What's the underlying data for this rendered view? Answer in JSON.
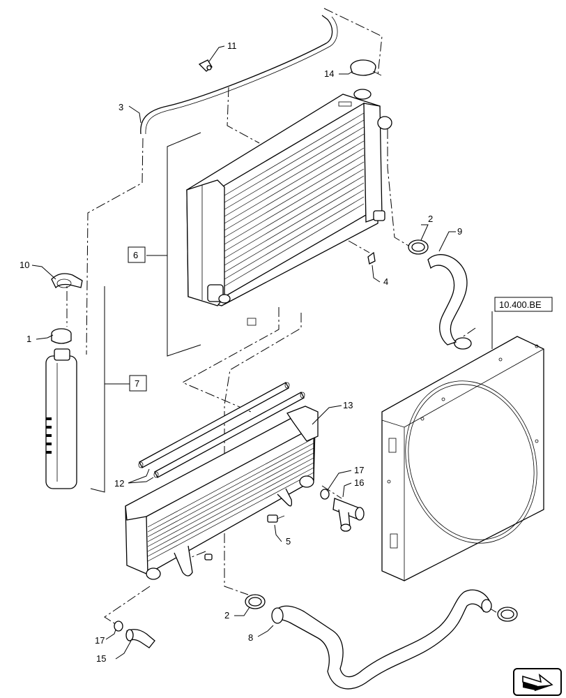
{
  "callouts": {
    "c1": "1",
    "c2a": "2",
    "c2b": "2",
    "c3": "3",
    "c4": "4",
    "c5": "5",
    "c6": "6",
    "c7": "7",
    "c8": "8",
    "c9": "9",
    "c10": "10",
    "c11": "11",
    "c12": "12",
    "c13": "13",
    "c14": "14",
    "c15": "15",
    "c16": "16",
    "c17a": "17",
    "c17b": "17"
  },
  "reference": {
    "fan_shroud": "10.400.BE"
  },
  "nav": {
    "icon": "page-forward-arrow-icon"
  }
}
